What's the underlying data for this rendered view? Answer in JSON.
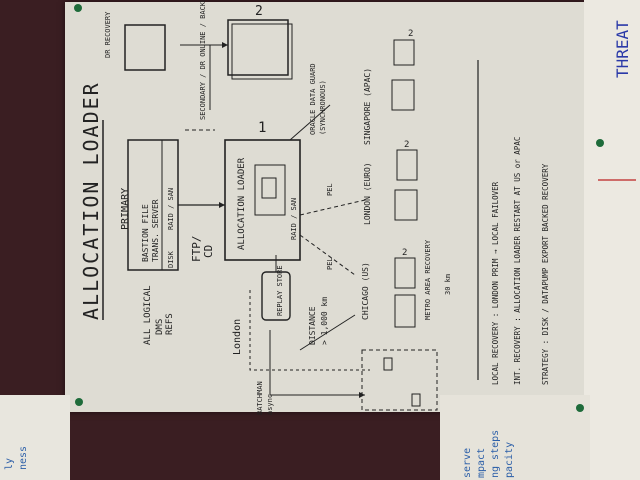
{
  "title": "ALLOCATION LOADER",
  "labels": {
    "primary": "PRIMARY",
    "all_logical": "ALL LOGICAL",
    "dms": "DMS",
    "refs": "REFS",
    "bastion": "BASTION FILE",
    "trans_server": "TRANS. SERVER",
    "raid_san": "RAID / SAN",
    "disk": "DISK",
    "ftp": "FTP/",
    "cd": "CD",
    "allocation_loader": "ALLOCATION LOADER",
    "london": "London",
    "replay_store": "REPLAY STORE",
    "distance": "DISTANCE",
    "distance_value": "> 1,000 km",
    "chicago": "CHICAGO (US)",
    "london_euro": "LONDON (EURO)",
    "singapore": "SINGAPORE (APAC)",
    "dr_recovery": "DR RECOVERY",
    "secondary_network": "SECONDARY / DR ONLINE / BACKUP NETWORK",
    "oracle": "ORACLE DATA GUARD",
    "sync": "(SYNCHRONOUS)",
    "metro": "METRO AREA RECOVERY",
    "dist_30km": "30 km",
    "local_recovery": "LOCAL RECOVERY : LONDON PRIM → LOCAL FAILOVER",
    "int_recovery": "INT. RECOVERY : ALLOCATION LOADER RESTART AT US or APAC",
    "strategy": "STRATEGY : DISK / DATAPUMP EXPORT BACKED RECOVERY",
    "threat": "THREAT",
    "left_note1": "ly",
    "left_note2": "ness",
    "right_note1": "serve",
    "right_note2": "mpact",
    "right_note3": "ng steps",
    "right_note4": "pacity",
    "batchman": "BATCHMAN",
    "async": "async",
    "pel_q1": "PEL",
    "pel_q2": "PEL",
    "box_nums": [
      "2",
      "2",
      "2",
      "2"
    ]
  }
}
